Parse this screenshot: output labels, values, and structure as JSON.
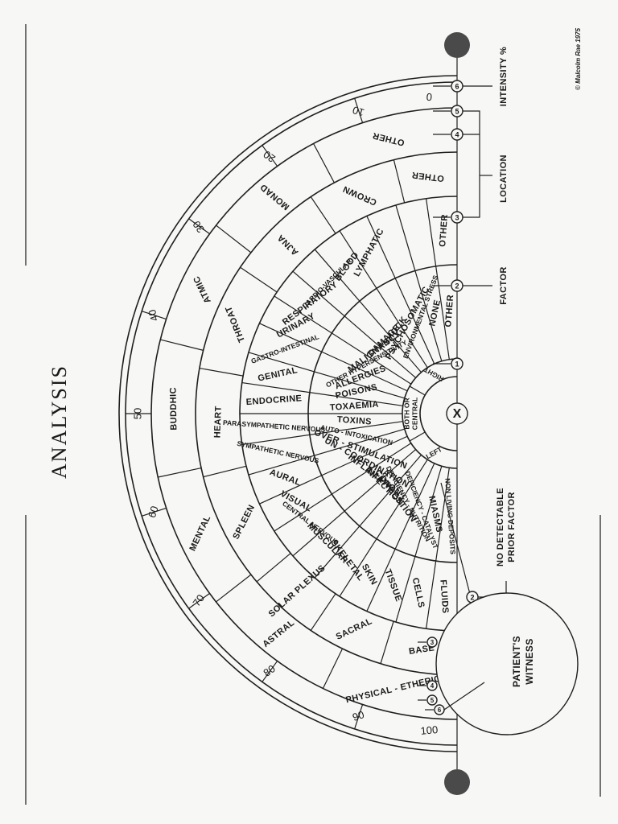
{
  "title": "ANALYSIS",
  "copyright": "© Malcolm Rae 1975",
  "center_symbol": "X",
  "witness_label": [
    "PATIENT'S",
    "WITNESS"
  ],
  "no_factor_label": [
    "NO DETECTABLE",
    "PRIOR FACTOR"
  ],
  "side_labels": {
    "factor": "FACTOR",
    "location": "LOCATION",
    "intensity": "INTENSITY %"
  },
  "inner_ring": [
    "LEFT",
    "BOTH OR CENTRAL",
    "RIGHT"
  ],
  "scale": [
    "0",
    "10",
    "20",
    "30",
    "40",
    "50",
    "60",
    "70",
    "80",
    "90",
    "100"
  ],
  "outer_ring": [
    "PHYSICAL - ETHERIC",
    "ASTRAL",
    "MENTAL",
    "BUDDHIC",
    "ATMIC",
    "MONAD",
    "OTHER"
  ],
  "chakra_ring": [
    "BASE",
    "SACRAL",
    "SOLAR PLEXUS",
    "SPLEEN",
    "HEART",
    "THROAT",
    "AJNA",
    "CROWN",
    "OTHER"
  ],
  "systems_ring": [
    "FLUIDS",
    "CELLS",
    "TISSUE",
    "SKIN",
    "SKELETAL",
    "MUSCULAR",
    "CENTRAL NERVOUS",
    "VISUAL",
    "AURAL",
    "SYMPATHETIC NERVOUS",
    "PARASYMPATHETIC NERVOUS",
    "ENDOCRINE",
    "GENITAL",
    "GASTRO-INTESTINAL",
    "URINARY",
    "RESPIRATORY",
    "CARDIO-VASCULAR",
    "BLOOD",
    "LYMPHATIC",
    "",
    "",
    "OTHER"
  ],
  "factors_ring": [
    "NON LIVING DEPOSITS",
    "MIASMS",
    "DEFICIENCY - CATALYST",
    "DEFICIENCY - NUTRITION",
    "CONGESTION",
    "INFECTION",
    "INFLAMATION",
    "UN - COORDINATION",
    "OVER - STIMULATION",
    "AUTO - INTOXICATION",
    "TOXINS",
    "TOXAEMIA",
    "POISONS",
    "ALLERGIES",
    "OTHER HYPERSENSITIVITY",
    "MALIGNANCY",
    "DAMAGE",
    "SHOCK",
    "PSYCHOSOMATIC",
    "ENVIRONMENTAL STRESS",
    "NONE",
    "OTHER"
  ],
  "markers": [
    "1",
    "2",
    "3",
    "4",
    "5",
    "6",
    "6",
    "5",
    "4",
    "3",
    "2"
  ]
}
